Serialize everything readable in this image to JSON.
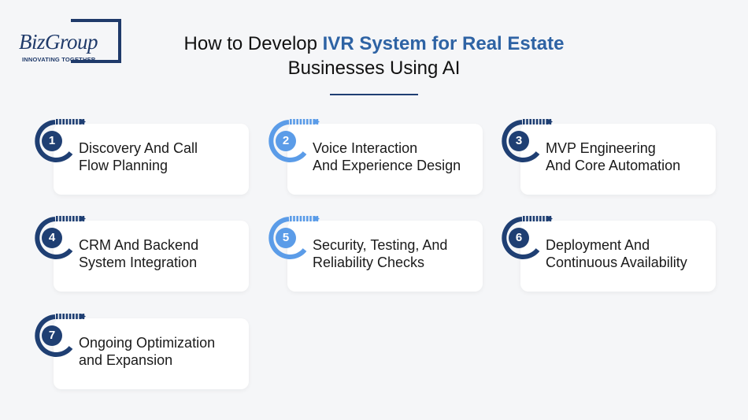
{
  "logo": {
    "brand": "BizGroup",
    "tagline": "INNOVATING TOGETHER"
  },
  "header": {
    "title_prefix": "How to Develop ",
    "title_highlight": "IVR System for Real Estate",
    "title_line2": "Businesses Using AI"
  },
  "colors": {
    "dark_blue": "#1f3f73",
    "light_blue": "#5b9ce8",
    "highlight": "#2e63a4",
    "background": "#f5f6f8"
  },
  "steps": [
    {
      "number": "1",
      "line1": "Discovery And Call",
      "line2": "Flow Planning",
      "style": "dark"
    },
    {
      "number": "2",
      "line1": "Voice Interaction",
      "line2": "And Experience Design",
      "style": "light"
    },
    {
      "number": "3",
      "line1": "MVP Engineering",
      "line2": "And Core Automation",
      "style": "dark"
    },
    {
      "number": "4",
      "line1": "CRM And Backend",
      "line2": "System Integration",
      "style": "dark"
    },
    {
      "number": "5",
      "line1": "Security, Testing, And",
      "line2": "Reliability Checks",
      "style": "light"
    },
    {
      "number": "6",
      "line1": "Deployment And",
      "line2": "Continuous Availability",
      "style": "dark"
    },
    {
      "number": "7",
      "line1": "Ongoing Optimization",
      "line2": "and Expansion",
      "style": "dark"
    }
  ]
}
